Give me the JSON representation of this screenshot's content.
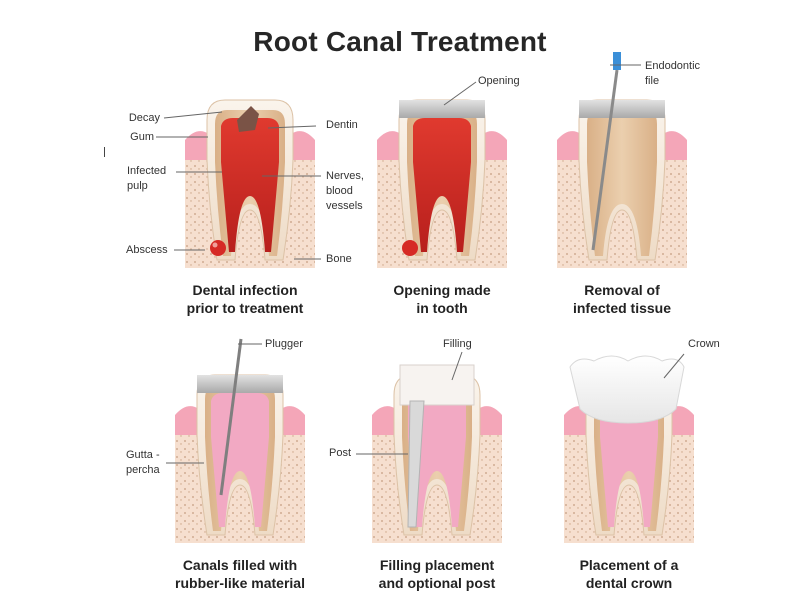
{
  "title": "Root Canal Treatment",
  "panels": [
    {
      "caption_line1": "Dental infection",
      "caption_line2": "prior to treatment",
      "labels": {
        "decay": "Decay",
        "gum": "Gum",
        "infected_pulp_1": "Infected",
        "infected_pulp_2": "pulp",
        "abscess": "Abscess",
        "dentin": "Dentin",
        "nerves_1": "Nerves,",
        "nerves_2": "blood",
        "nerves_3": "vessels",
        "bone": "Bone"
      }
    },
    {
      "caption_line1": "Opening made",
      "caption_line2": "in tooth",
      "labels": {
        "opening": "Opening"
      }
    },
    {
      "caption_line1": "Removal of",
      "caption_line2": "infected tissue",
      "labels": {
        "file_1": "Endodontic",
        "file_2": "file"
      }
    },
    {
      "caption_line1": "Canals filled with",
      "caption_line2": "rubber-like material",
      "labels": {
        "plugger": "Plugger",
        "gutta_1": "Gutta -",
        "gutta_2": "percha"
      }
    },
    {
      "caption_line1": "Filling placement",
      "caption_line2": "and optional post",
      "labels": {
        "filling": "Filling",
        "post": "Post"
      }
    },
    {
      "caption_line1": "Placement of a",
      "caption_line2": "dental crown",
      "labels": {
        "crown": "Crown"
      }
    }
  ],
  "colors": {
    "enamel": "#f3e6d8",
    "dentin": "#e7c9a5",
    "gum": "#f4a6b8",
    "bone": "#f6dfcf",
    "infection": "#d6312a",
    "filling": "#c6c6c6",
    "gutta_percha": "#f2a9c3"
  }
}
